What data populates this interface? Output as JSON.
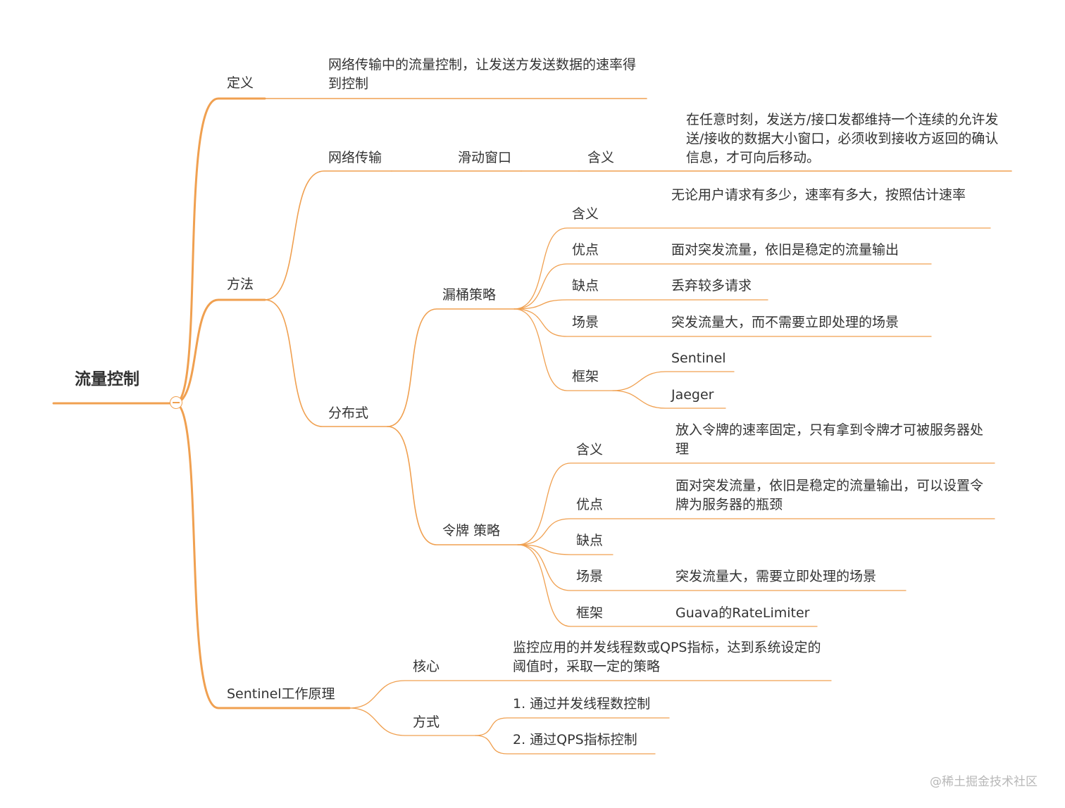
{
  "colors": {
    "branch": "#f0a050",
    "text": "#333333"
  },
  "root": "流量控制",
  "definition": {
    "label": "定义",
    "text": "网络传输中的流量控制，让发送方发送数据的速率得到控制"
  },
  "method": {
    "label": "方法",
    "network": {
      "label": "网络传输",
      "sliding_window": "滑动窗口",
      "meaning_label": "含义",
      "meaning_text": "在任意时刻，发送方/接口发都维持一个连续的允许发送/接收的数据大小窗口，必须收到接收方返回的确认信息，才可向后移动。"
    },
    "distributed": {
      "label": "分布式",
      "leaky_bucket": {
        "label": "漏桶策略",
        "meaning_label": "含义",
        "meaning_text": "无论用户请求有多少，速率有多大，按照估计速率",
        "pros_label": "优点",
        "pros_text": "面对突发流量，依旧是稳定的流量输出",
        "cons_label": "缺点",
        "cons_text": "丢弃较多请求",
        "scenario_label": "场景",
        "scenario_text": "突发流量大，而不需要立即处理的场景",
        "framework_label": "框架",
        "frameworks": [
          "Sentinel",
          "Jaeger"
        ]
      },
      "token_bucket": {
        "label": "令牌 策略",
        "meaning_label": "含义",
        "meaning_text": "放入令牌的速率固定，只有拿到令牌才可被服务器处理",
        "pros_label": "优点",
        "pros_text": "面对突发流量，依旧是稳定的流量输出，可以设置令牌为服务器的瓶颈",
        "cons_label": "缺点",
        "scenario_label": "场景",
        "scenario_text": "突发流量大，需要立即处理的场景",
        "framework_label": "框架",
        "framework_text": "Guava的RateLimiter"
      }
    }
  },
  "sentinel": {
    "label": "Sentinel工作原理",
    "core_label": "核心",
    "core_text": "监控应用的并发线程数或QPS指标，达到系统设定的阈值时，采取一定的策略",
    "ways_label": "方式",
    "ways": [
      "1. 通过并发线程数控制",
      "2. 通过QPS指标控制"
    ]
  },
  "watermark": "@稀土掘金技术社区"
}
